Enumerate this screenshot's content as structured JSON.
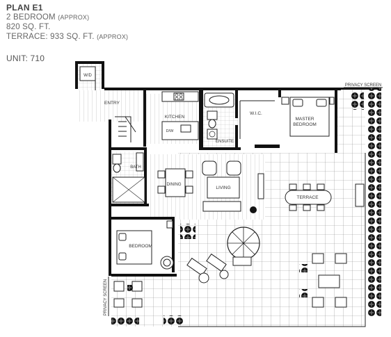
{
  "header": {
    "plan_title": "PLAN E1",
    "bedrooms": "2 BEDROOM",
    "bedrooms_note": "(APPROX)",
    "area": "820 SQ. FT.",
    "terrace_area": "TERRACE: 933 SQ. FT.",
    "terrace_note": "(APPROX)",
    "unit": "UNIT: 710"
  },
  "rooms": {
    "wd": "W/D",
    "entry": "ENTRY",
    "kitchen": "KITCHEN",
    "dw": "D/W",
    "ensuite": "ENSUITE",
    "wic": "W.I.C.",
    "master_line1": "MASTER",
    "master_line2": "BEDROOM",
    "bath": "BATH",
    "dining": "DINING",
    "living": "LIVING",
    "terrace": "TERRACE",
    "bedroom": "BEDROOM",
    "privacy_screen_top": "PRIVACY SCREEN",
    "privacy_screen_left": "PRIVACY SCREEN"
  }
}
